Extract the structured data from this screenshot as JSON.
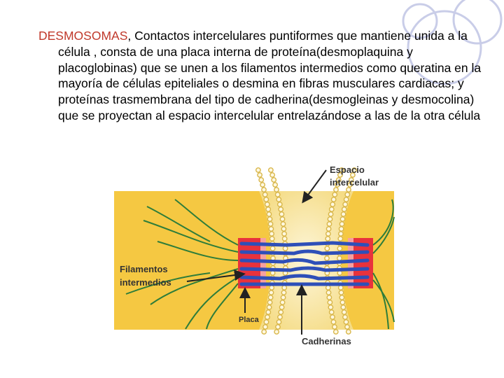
{
  "paragraph": {
    "term": "DESMOSOMAS",
    "separator": ", ",
    "text": "Contactos intercelulares puntiformes que mantiene unida a la célula , consta de una placa interna de proteína(desmoplaquina y placoglobinas) que se unen a los filamentos intermedios como queratina en la mayoría de células epiteliales o desmina en fibras musculares cardiacas; y proteínas trasmembrana del tipo de cadherina(desmogleinas y desmocolina) que se proyectan al espacio intercelular entrelazándose a las de la otra célula"
  },
  "diagram_labels": {
    "espacio_line1": "Espacio",
    "espacio_line2": "intercelular",
    "filamentos_line1": "Filamentos",
    "filamentos_line2": "intermedios",
    "placa": "Placa",
    "cadherinas": "Cadherinas"
  },
  "colors": {
    "term": "#c0392b",
    "cell_fill": "#f5c842",
    "membrane_beads": "#d8b64a",
    "plaque": "#e8323c",
    "filaments": "#2e4fb8",
    "fibers": "#2e7d3a",
    "decor_circles": "#c9cde8"
  }
}
